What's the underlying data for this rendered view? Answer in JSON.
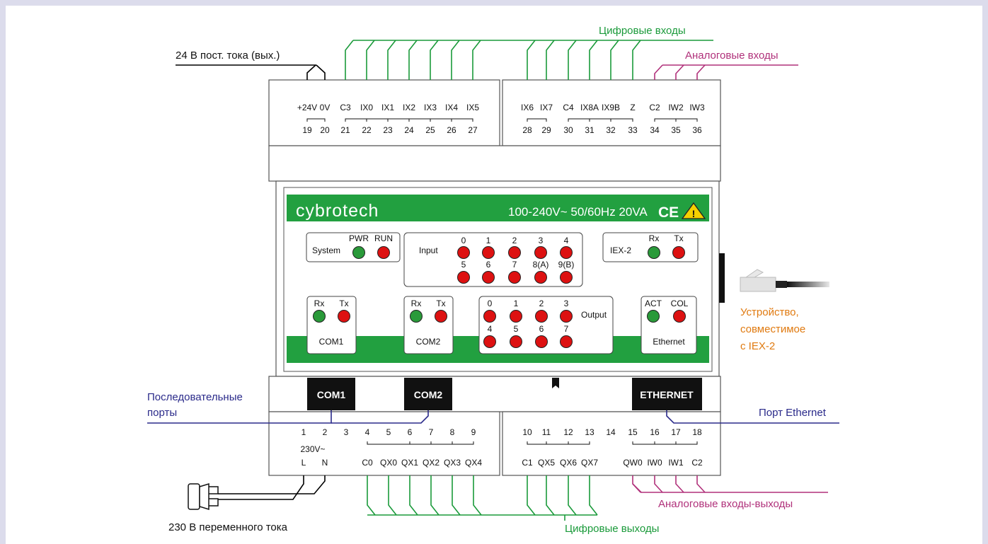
{
  "colors": {
    "digital": "#1a9a3a",
    "analog": "#b0307a",
    "ports": "#2a2a8a",
    "iex": "#e07a10",
    "black": "#000000",
    "band": "#22a040",
    "led_green": "#2a9a3a",
    "led_red": "#dd1111"
  },
  "callouts": {
    "digital_inputs": "Цифровые входы",
    "analog_inputs": "Аналоговые входы",
    "dc24_out": "24 В пост. тока (вых.)",
    "serial_ports_line1": "Последовательные",
    "serial_ports_line2": "порты",
    "ethernet_port": "Порт Ethernet",
    "iex_device_line1": "Устройство,",
    "iex_device_line2": "совместимое",
    "iex_device_line3": "с IEX-2",
    "ac230_in": "230 В переменного тока",
    "analog_io": "Аналоговые входы-выходы",
    "digital_outputs": "Цифровые выходы"
  },
  "top_terminals_left": {
    "names": [
      "+24V",
      "0V",
      "C3",
      "IX0",
      "IX1",
      "IX2",
      "IX3",
      "IX4",
      "IX5"
    ],
    "numbers": [
      "19",
      "20",
      "21",
      "22",
      "23",
      "24",
      "25",
      "26",
      "27"
    ]
  },
  "top_terminals_right": {
    "names": [
      "IX6",
      "IX7",
      "C4",
      "IX8A",
      "IX9B",
      "Z",
      "C2",
      "IW2",
      "IW3"
    ],
    "numbers": [
      "28",
      "29",
      "30",
      "31",
      "32",
      "33",
      "34",
      "35",
      "36"
    ]
  },
  "bottom_terminals_left": {
    "numbers": [
      "1",
      "2",
      "3",
      "4",
      "5",
      "6",
      "7",
      "8",
      "9"
    ],
    "supply_label": "230V~",
    "names": [
      "L",
      "N",
      "",
      "C0",
      "QX0",
      "QX1",
      "QX2",
      "QX3",
      "QX4"
    ]
  },
  "bottom_terminals_right": {
    "numbers": [
      "10",
      "11",
      "12",
      "13",
      "14",
      "15",
      "16",
      "17",
      "18"
    ],
    "names": [
      "C1",
      "QX5",
      "QX6",
      "QX7",
      "",
      "QW0",
      "IW0",
      "IW1",
      "C2"
    ]
  },
  "panel": {
    "brand": "cybrotech",
    "rating": "100-240V~ 50/60Hz 20VA",
    "ce_mark": "CE",
    "warning_icon": "warning-triangle-icon",
    "system": {
      "label": "System",
      "pwr": "PWR",
      "run": "RUN"
    },
    "input": {
      "label": "Input",
      "row1": [
        "0",
        "1",
        "2",
        "3",
        "4"
      ],
      "row2": [
        "5",
        "6",
        "7",
        "8(A)",
        "9(B)"
      ]
    },
    "iex": {
      "label": "IEX-2",
      "rx": "Rx",
      "tx": "Tx"
    },
    "com1": {
      "label": "COM1",
      "rx": "Rx",
      "tx": "Tx"
    },
    "com2": {
      "label": "COM2",
      "rx": "Rx",
      "tx": "Tx"
    },
    "output": {
      "label": "Output",
      "row1": [
        "0",
        "1",
        "2",
        "3"
      ],
      "row2": [
        "4",
        "5",
        "6",
        "7"
      ]
    },
    "ethernet": {
      "label": "Ethernet",
      "act": "ACT",
      "col": "COL"
    }
  },
  "ports": {
    "com1": "COM1",
    "com2": "COM2",
    "ethernet": "ETHERNET"
  }
}
